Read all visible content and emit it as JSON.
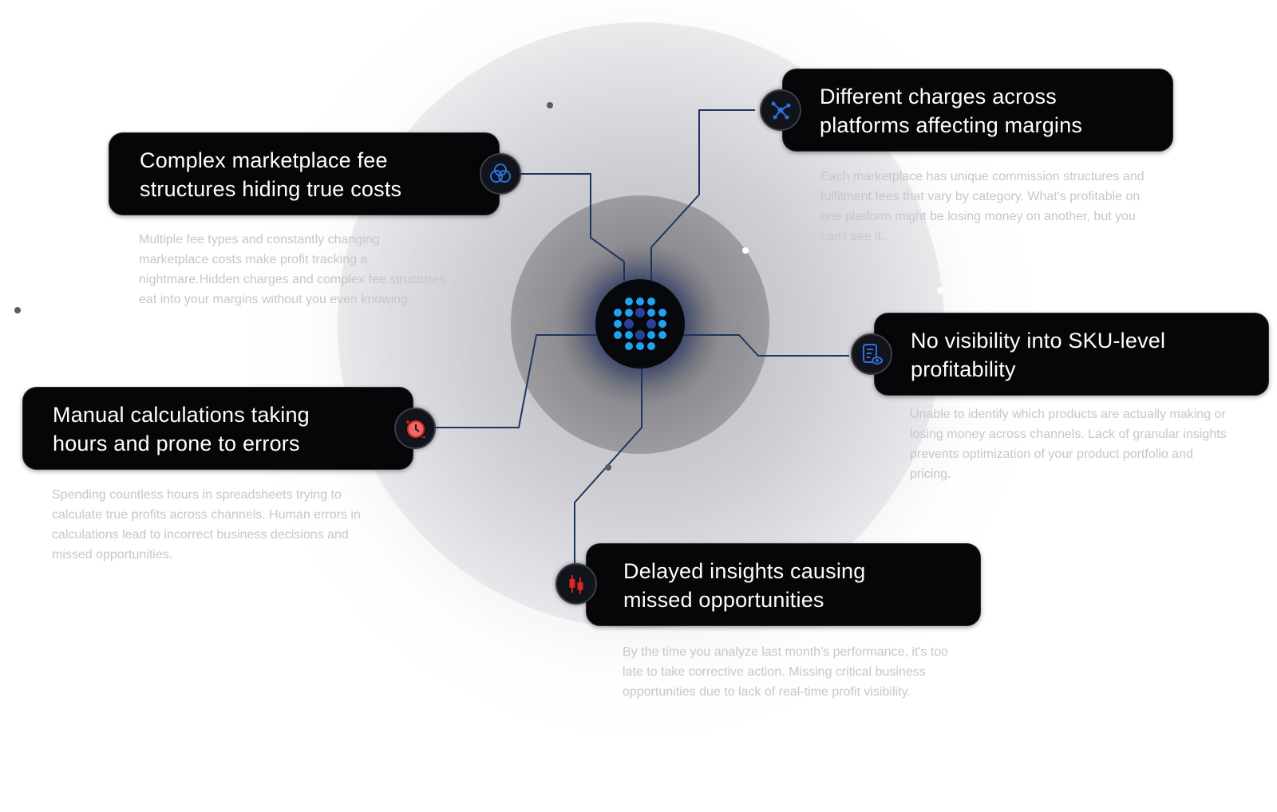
{
  "cards": [
    {
      "title_line1": "Complex marketplace fee",
      "title_line2": "structures hiding true costs",
      "icon": "circles-overlap-icon",
      "description": "Multiple fee types and constantly changing marketplace costs make profit tracking a nightmare.Hidden charges and complex fee structures eat into your margins without you even knowing."
    },
    {
      "title_line1": "Different charges across",
      "title_line2": "platforms affecting margins",
      "icon": "network-nodes-icon",
      "description": "Each marketplace has unique commission structures and fulfilment fees that vary by category. What's profitable on one platform might be losing money on another, but you can't see it."
    },
    {
      "title_line1": "Manual calculations taking",
      "title_line2": "hours and prone to errors",
      "icon": "clock-icon",
      "description": "Spending countless hours in spreadsheets trying to calculate true profits across channels. Human errors in calculations lead to incorrect business decisions and missed opportunities."
    },
    {
      "title_line1": "No visibility into SKU-level",
      "title_line2": "profitability",
      "icon": "document-eye-icon",
      "description": "Unable to identify which products are actually making or losing money across channels. Lack of granular insights prevents optimization of your product portfolio and pricing."
    },
    {
      "title_line1": "Delayed insights causing",
      "title_line2": "missed opportunities",
      "icon": "candlestick-icon",
      "description": "By the time you analyze last month's performance, it's too late to take corrective action. Missing critical business opportunities due to lack of real-time profit visibility."
    }
  ],
  "hub": {
    "icon": "dot-grid-logo-icon"
  },
  "colors": {
    "card_bg": "#060609",
    "wire": "#1f3560",
    "accent_blue": "#2f6fe0",
    "accent_red": "#e02424",
    "hub_blue": "#1ea3f0",
    "hub_navy": "#2c3f9a"
  }
}
